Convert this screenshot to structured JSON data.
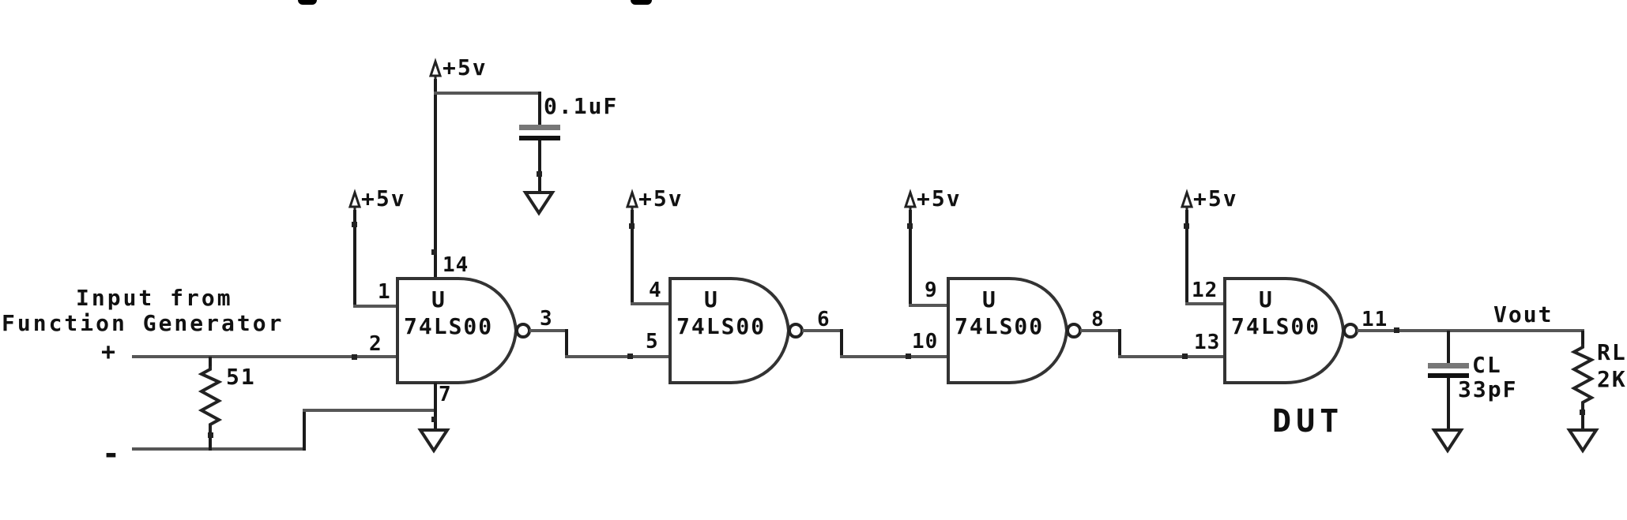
{
  "schematic": {
    "input": {
      "label_line1": "Input from",
      "label_line2": "Function Generator",
      "plus": "+",
      "minus": "-",
      "source_resistor": {
        "value": "51"
      }
    },
    "supply": {
      "label": "+5v"
    },
    "decoupling_cap": {
      "value": "0.1uF"
    },
    "gates": [
      {
        "ref": "U",
        "part": "74LS00",
        "pins": {
          "in_top": "1",
          "in_bot": "2",
          "out": "3",
          "vcc": "14",
          "gnd": "7"
        }
      },
      {
        "ref": "U",
        "part": "74LS00",
        "pins": {
          "in_top": "4",
          "in_bot": "5",
          "out": "6"
        }
      },
      {
        "ref": "U",
        "part": "74LS00",
        "pins": {
          "in_top": "9",
          "in_bot": "10",
          "out": "8"
        }
      },
      {
        "ref": "U",
        "part": "74LS00",
        "pins": {
          "in_top": "12",
          "in_bot": "13",
          "out": "11"
        },
        "tag": "DUT"
      }
    ],
    "output": {
      "net_label": "Vout",
      "load_cap": {
        "ref": "CL",
        "value": "33pF"
      },
      "load_resistor": {
        "ref": "RL",
        "value": "2K"
      }
    }
  }
}
